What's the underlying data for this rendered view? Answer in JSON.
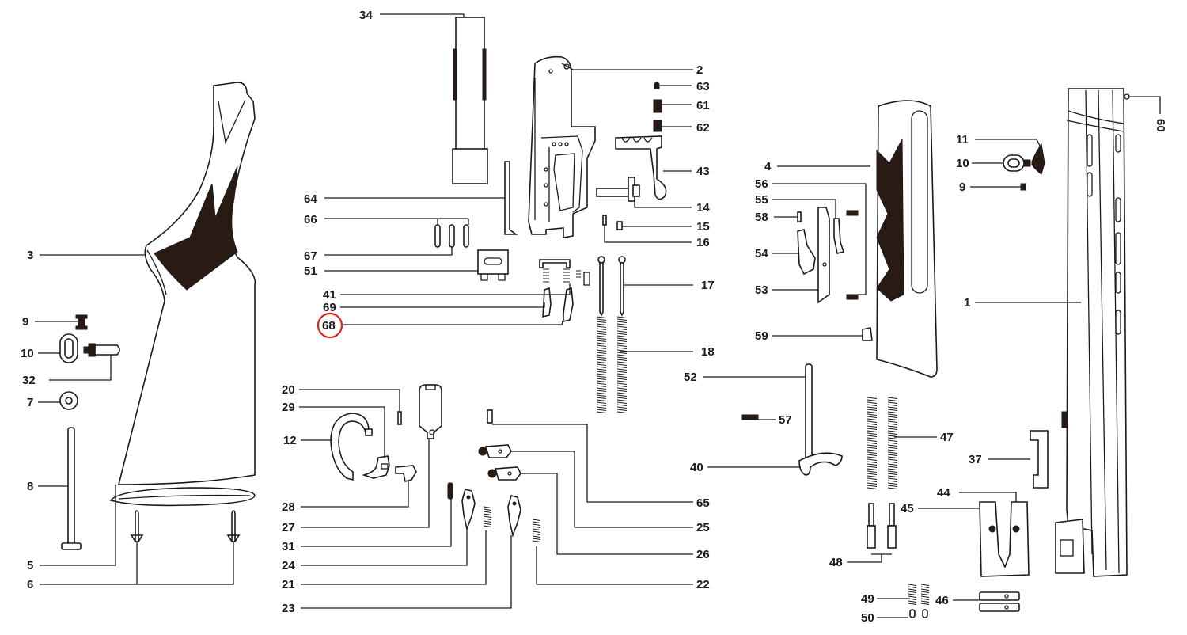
{
  "highlight": {
    "label": "68",
    "ring_color": "#e0201c"
  },
  "colors": {
    "ink": "#1a1a1a",
    "fill_dark": "#2a1a14",
    "background": "#ffffff"
  },
  "labels": {
    "p1": "1",
    "p2": "2",
    "p3": "3",
    "p4": "4",
    "p5": "5",
    "p6": "6",
    "p7": "7",
    "p8": "8",
    "p9a": "9",
    "p9b": "9",
    "p10a": "10",
    "p10b": "10",
    "p11": "11",
    "p12": "12",
    "p14": "14",
    "p15": "15",
    "p16": "16",
    "p17": "17",
    "p18": "18",
    "p20": "20",
    "p21": "21",
    "p22": "22",
    "p23": "23",
    "p24": "24",
    "p25": "25",
    "p26": "26",
    "p27": "27",
    "p28": "28",
    "p29": "29",
    "p31": "31",
    "p32": "32",
    "p34": "34",
    "p37": "37",
    "p40": "40",
    "p41": "41",
    "p43": "43",
    "p44": "44",
    "p45": "45",
    "p46": "46",
    "p47": "47",
    "p48": "48",
    "p49": "49",
    "p50": "50",
    "p51": "51",
    "p52": "52",
    "p53": "53",
    "p54": "54",
    "p55": "55",
    "p56": "56",
    "p57": "57",
    "p58": "58",
    "p59": "59",
    "p60": "60",
    "p61": "61",
    "p62": "62",
    "p63": "63",
    "p64": "64",
    "p65": "65",
    "p66": "66",
    "p67": "67",
    "p68": "68",
    "p69": "69"
  }
}
